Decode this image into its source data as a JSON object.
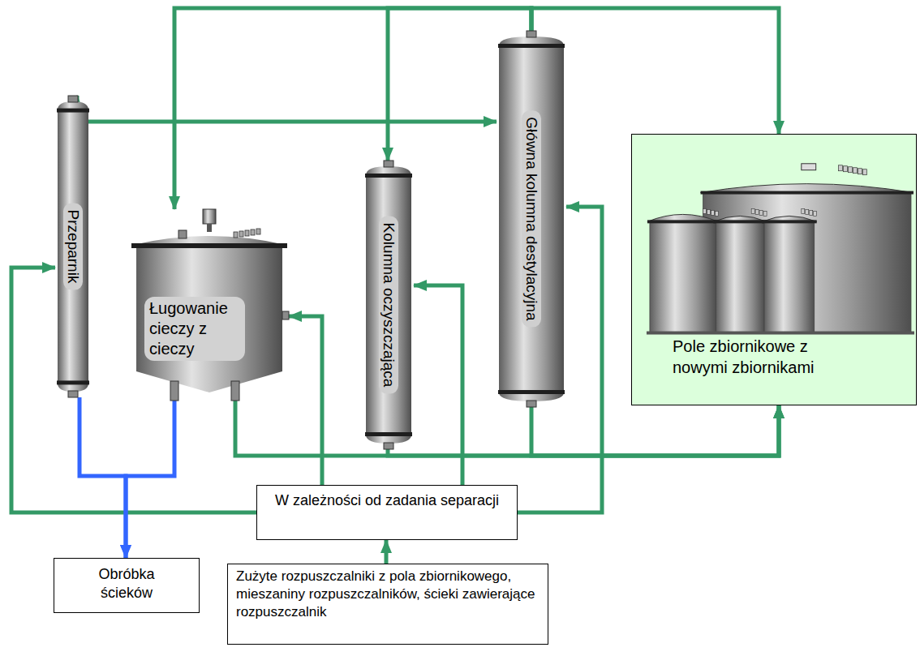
{
  "diagram": {
    "nodes": [
      {
        "text": [
          "Przeparnik"
        ]
      },
      {
        "text": [
          "Ługowanie cieczy z cieczy"
        ]
      },
      {
        "text": [
          "Kolumna oczyszczająca"
        ]
      },
      {
        "text": [
          "Główna kolumna destylacyjna"
        ]
      },
      {
        "text": [
          "Pole zbiornikowe z nowymi zbiornikami"
        ]
      },
      {
        "text": [
          "W zależności od zadania separacji"
        ]
      },
      {
        "text": [
          "Obróbka ścieków"
        ]
      },
      {
        "text": [
          "Zużyte rozpuszczalniki z pola zbiornikowego, mieszaniny rozpuszczalników, ścieki zawierające rozpuszczalnik"
        ]
      }
    ],
    "edges": [
      {
        "from": 7,
        "to": 5,
        "arrow": "to"
      },
      {
        "from": 5,
        "to": 0,
        "arrow": "to"
      },
      {
        "from": 5,
        "to": 1,
        "arrow": "to"
      },
      {
        "from": 5,
        "to": 2,
        "arrow": "to"
      },
      {
        "from": 5,
        "to": 3,
        "arrow": "to"
      },
      {
        "from": 0,
        "to": 3,
        "arrow": "both"
      },
      {
        "from": 3,
        "to": 1,
        "arrow": "to"
      },
      {
        "from": 3,
        "to": 2,
        "arrow": "to"
      },
      {
        "from": 3,
        "to": 4,
        "arrow": "to"
      },
      {
        "from": 1,
        "to": 4,
        "arrow": "to"
      },
      {
        "from": 2,
        "to": 4,
        "arrow": "to"
      },
      {
        "from": 3,
        "to": 4,
        "arrow": "to"
      },
      {
        "from": 0,
        "to": 6,
        "arrow": "to"
      },
      {
        "from": 1,
        "to": 6,
        "arrow": "to"
      }
    ]
  }
}
